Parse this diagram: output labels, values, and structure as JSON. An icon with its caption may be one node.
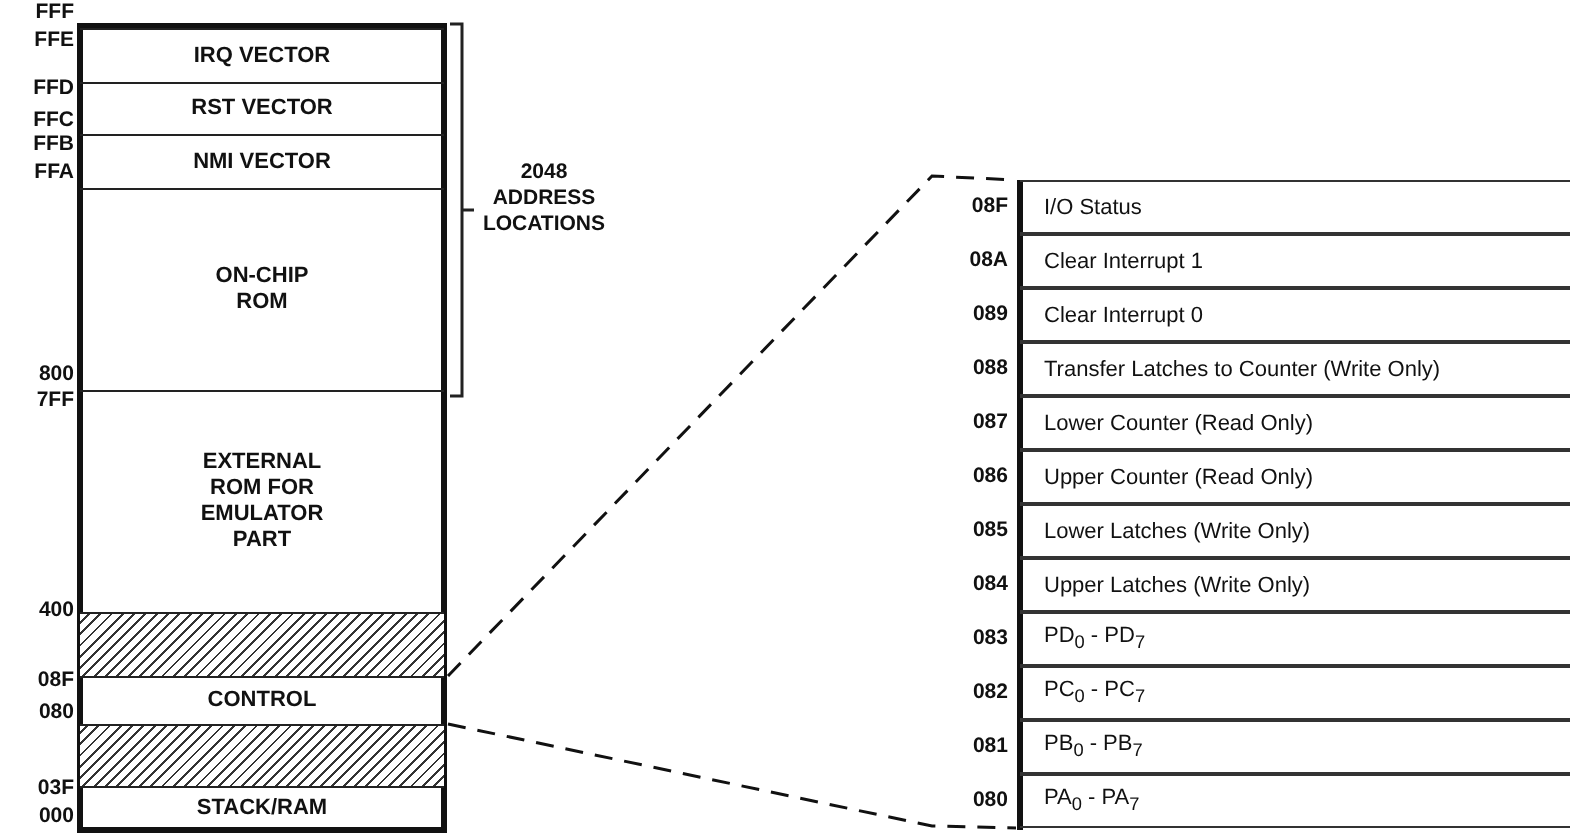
{
  "diagram": {
    "nodes": [
      {
        "text": [
          "IRQ VECTOR"
        ]
      },
      {
        "text": [
          "RST VECTOR"
        ]
      },
      {
        "text": [
          "NMI VECTOR"
        ]
      },
      {
        "text": [
          "ON-CHIP ROM"
        ]
      },
      {
        "text": [
          "EXTERNAL ROM FOR EMULATOR PART"
        ]
      },
      {
        "text": [],
        "shape": "box"
      },
      {
        "text": [
          "CONTROL"
        ]
      },
      {
        "text": [],
        "shape": "box"
      },
      {
        "text": [
          "STACK/RAM"
        ]
      },
      {
        "text": [
          "I/O Status"
        ],
        "beside": [
          "08F"
        ]
      },
      {
        "text": [
          "Clear Interrupt 1"
        ],
        "beside": [
          "08A"
        ]
      },
      {
        "text": [
          "Clear Interrupt 0"
        ],
        "beside": [
          "089"
        ]
      },
      {
        "text": [
          "Transfer Latches to Counter (Write Only)"
        ],
        "beside": [
          "088"
        ]
      },
      {
        "text": [
          "Lower Counter (Read Only)"
        ],
        "beside": [
          "087"
        ]
      },
      {
        "text": [
          "Upper Counter (Read Only)"
        ],
        "beside": [
          "086"
        ]
      },
      {
        "text": [
          "Lower Latches (Write Only)"
        ],
        "beside": [
          "085"
        ]
      },
      {
        "text": [
          "Upper Latches (Write Only)"
        ],
        "beside": [
          "084"
        ]
      },
      {
        "text": [
          "PD$_{0}$ - PD$_{7}$"
        ],
        "beside": [
          "083"
        ]
      },
      {
        "text": [
          "PC$_{0}$ - PC$_{7}$"
        ],
        "beside": [
          "082"
        ]
      },
      {
        "text": [
          "PB$_{0}$ - PB$_{7}$"
        ],
        "beside": [
          "081"
        ]
      },
      {
        "text": [
          "PA$_{0}$ - PA$_{7}$"
        ],
        "beside": [
          "080"
        ]
      }
    ],
    "edges": [
      {
        "from": 6,
        "to": 9,
        "arrow": "none",
        "style": "dashed"
      },
      {
        "from": 6,
        "to": 20,
        "arrow": "none",
        "style": "dashed"
      }
    ],
    "labels": [
      "FFF",
      "FFE",
      "FFD",
      "FFC",
      "FFB",
      "FFA",
      "800",
      "7FF",
      "400",
      "08F",
      "080",
      "03F",
      "000",
      "2048 ADDRESS LOCATIONS"
    ]
  }
}
